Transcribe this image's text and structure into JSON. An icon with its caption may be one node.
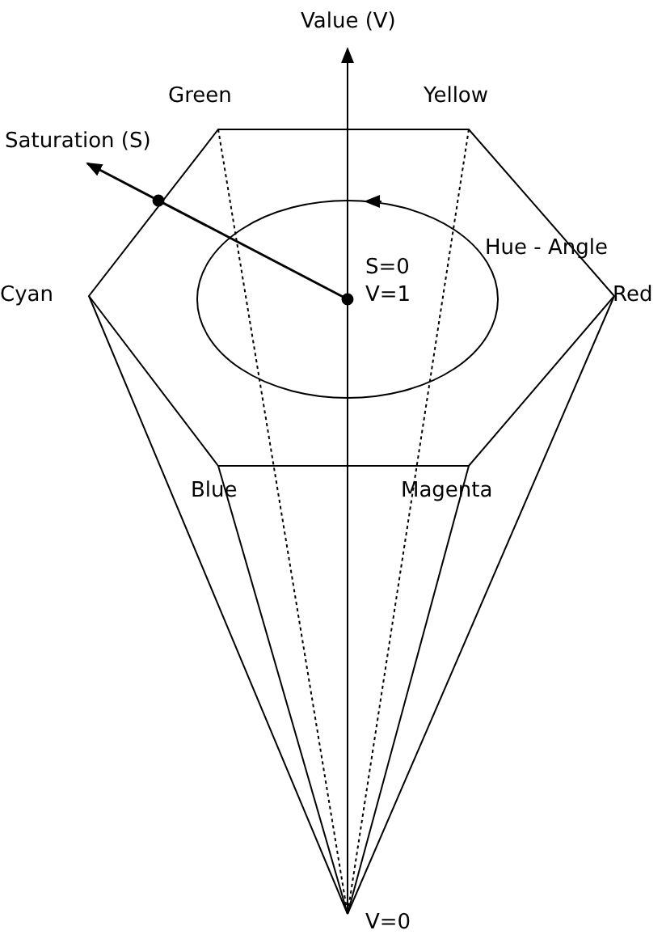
{
  "diagram": {
    "labels": [
      "Value (V)",
      "Green",
      "Yellow",
      "Saturation (S)",
      "Hue - Angle",
      "Cyan",
      "S=0",
      "Red",
      "V=1",
      "Blue",
      "Magenta",
      "V=0"
    ]
  }
}
